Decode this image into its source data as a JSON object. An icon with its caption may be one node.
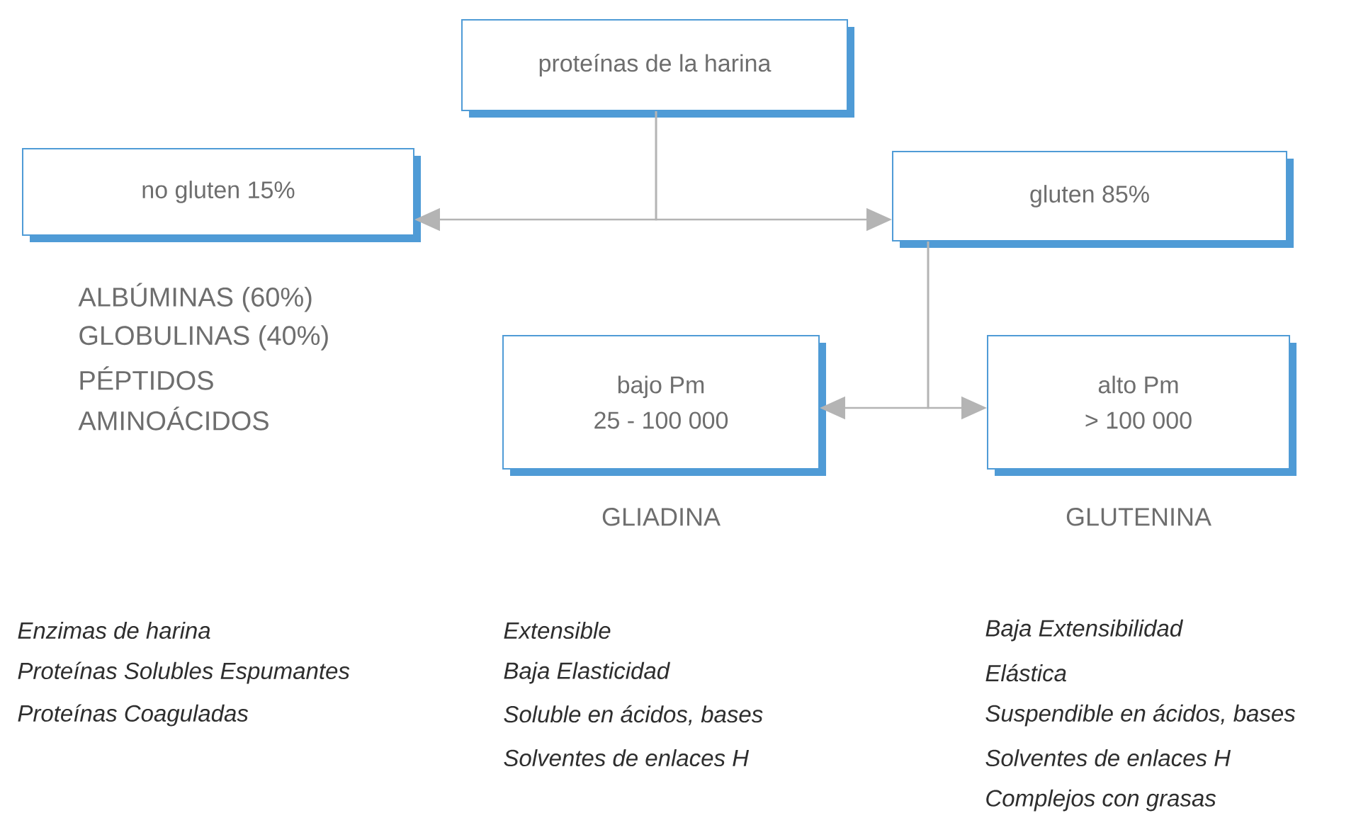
{
  "diagram": {
    "nodes": [
      {
        "text": [
          "proteínas de la harina"
        ]
      },
      {
        "text": [
          "no gluten 15%"
        ]
      },
      {
        "text": [
          "gluten 85%"
        ]
      },
      {
        "text": [
          "bajo Pm",
          "25 - 100 000"
        ],
        "beside": [
          "GLIADINA"
        ]
      },
      {
        "text": [
          "alto Pm",
          "> 100 000"
        ],
        "beside": [
          "GLUTENINA"
        ]
      }
    ],
    "edges": [
      {
        "from": 0,
        "to": 1,
        "arrow": "to"
      },
      {
        "from": 0,
        "to": 2,
        "arrow": "to"
      },
      {
        "from": 2,
        "to": 3,
        "arrow": "to"
      },
      {
        "from": 2,
        "to": 4,
        "arrow": "to"
      }
    ],
    "labels": [
      "ALBÚMINAS (60%)",
      "GLOBULINAS (40%)",
      "PÉPTIDOS",
      "AMINOÁCIDOS",
      "Enzimas de harina",
      "Proteínas Solubles Espumantes",
      "Proteínas Coaguladas",
      "Extensible",
      "Baja Elasticidad",
      "Soluble en ácidos, bases",
      "Solventes de enlaces H",
      "Baja Extensibilidad",
      "Elástica",
      "Suspendible en ácidos, bases",
      "Solventes de enlaces H",
      "Complejos con grasas"
    ]
  }
}
